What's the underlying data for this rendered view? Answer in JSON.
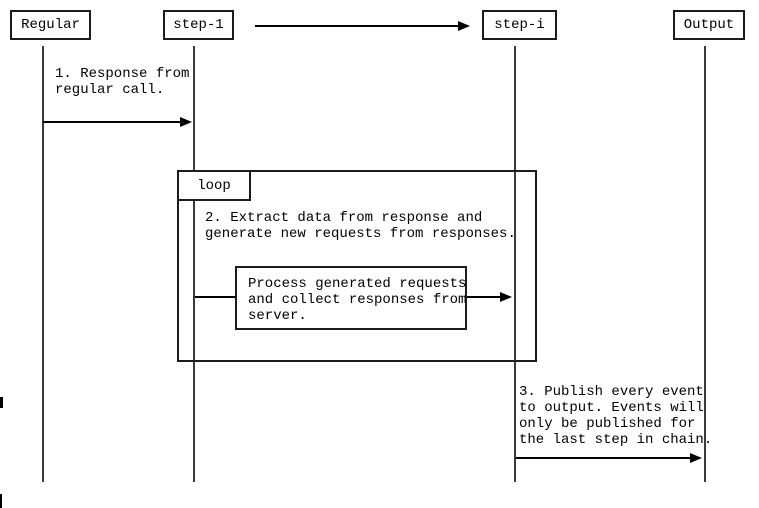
{
  "diagram": {
    "type": "sequence-diagram",
    "participants": [
      {
        "label": "Regular"
      },
      {
        "label": "step-1"
      },
      {
        "label": "step-i"
      },
      {
        "label": "Output"
      }
    ],
    "loop": {
      "label": "loop"
    },
    "messages": {
      "m1": "1. Response from\nregular call.",
      "m2": "2. Extract data from response and\ngenerate new requests from responses.",
      "process": "Process generated requests\nand collect responses from\nserver.",
      "m3": "3. Publish every event\nto output. Events will\nonly be published for\nthe last step in chain."
    },
    "colors": {
      "line": "#1c1c1c",
      "text": "#000000",
      "background": "#ffffff"
    }
  }
}
